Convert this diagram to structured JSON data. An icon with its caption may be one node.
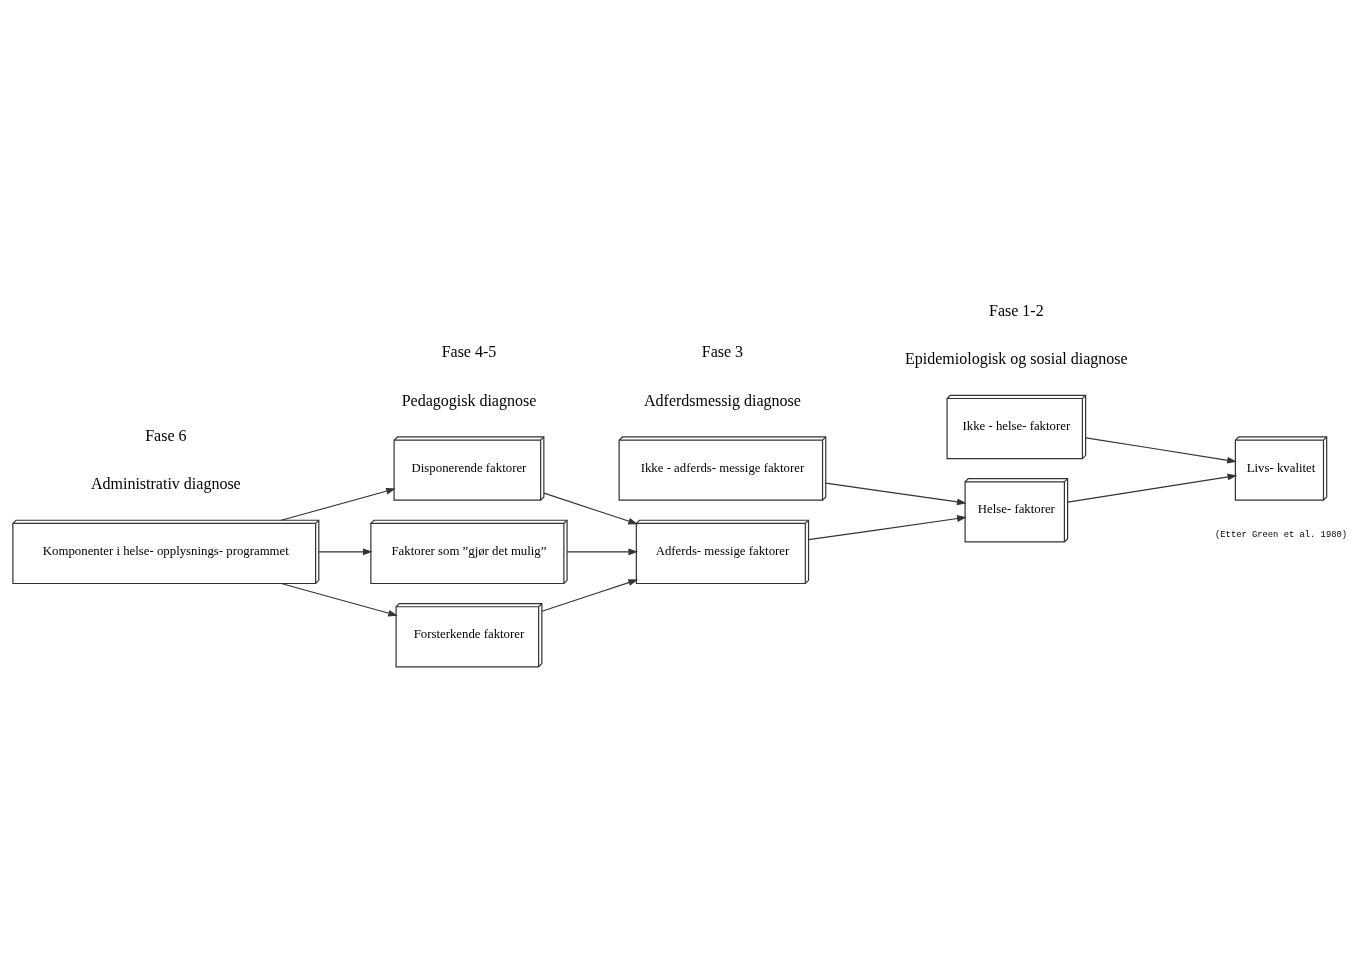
{
  "diagram": {
    "nodes": [
      {
        "text": [
          "Komponenter i helse- opplysnings- programmet"
        ]
      },
      {
        "text": [
          "Disponerende faktorer"
        ]
      },
      {
        "text": [
          "Faktorer som ”gjør det mulig”"
        ]
      },
      {
        "text": [
          "Forsterkende faktorer"
        ]
      },
      {
        "text": [
          "Ikke - adferds- messige faktorer"
        ]
      },
      {
        "text": [
          "Adferds- messige faktorer"
        ]
      },
      {
        "text": [
          "Ikke - helse- faktorer"
        ]
      },
      {
        "text": [
          "Helse- faktorer"
        ]
      },
      {
        "text": [
          "Livs- kvalitet"
        ]
      }
    ],
    "edges": [
      {
        "from": 0,
        "to": 1,
        "arrow": "to"
      },
      {
        "from": 0,
        "to": 2,
        "arrow": "to"
      },
      {
        "from": 0,
        "to": 3,
        "arrow": "to"
      },
      {
        "from": 1,
        "to": 5,
        "arrow": "to"
      },
      {
        "from": 2,
        "to": 5,
        "arrow": "to"
      },
      {
        "from": 3,
        "to": 5,
        "arrow": "to"
      },
      {
        "from": 4,
        "to": 7,
        "arrow": "to"
      },
      {
        "from": 5,
        "to": 7,
        "arrow": "to"
      },
      {
        "from": 6,
        "to": 8,
        "arrow": "to"
      },
      {
        "from": 7,
        "to": 8,
        "arrow": "to"
      }
    ],
    "labels": [
      "Fase 6",
      "Fase 4-5",
      "Fase 3",
      "Fase 1-2",
      "Administrativ diagnose",
      "Pedagogisk diagnose",
      "Adferdsmessig diagnose",
      "Epidemiologisk og sosial diagnose",
      "(Etter Green et al. 1980)"
    ]
  }
}
